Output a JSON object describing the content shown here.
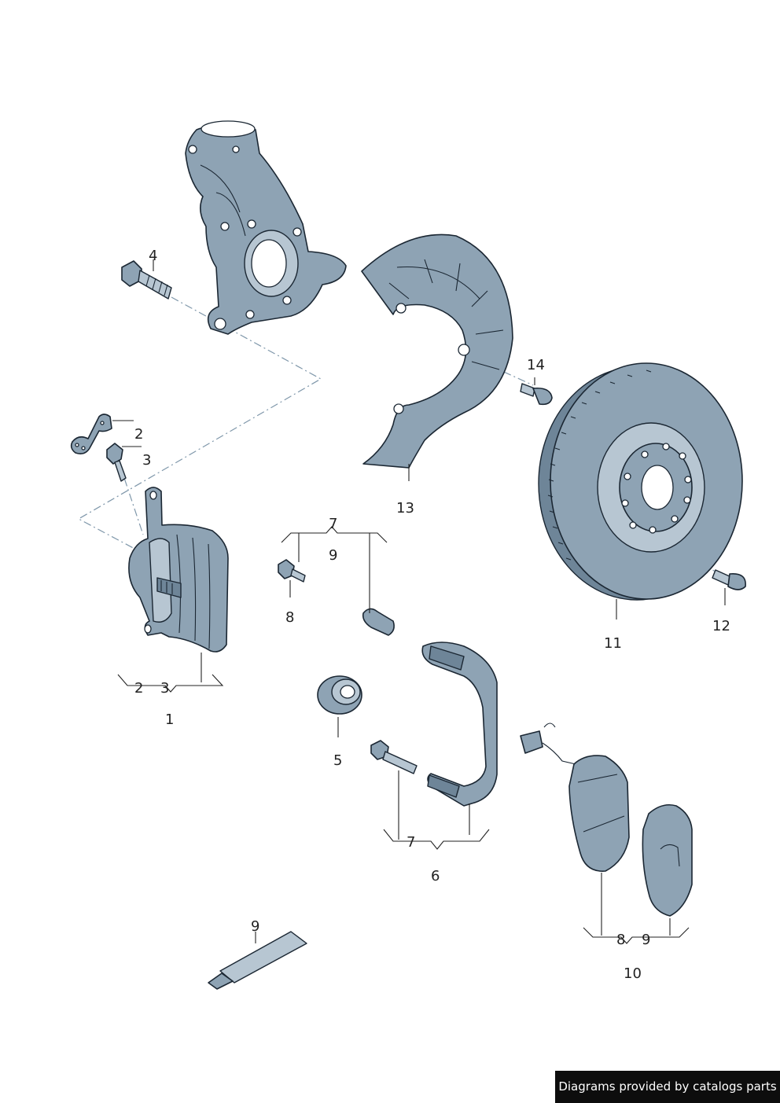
{
  "labels": {
    "steering_knuckle_bolt": "4",
    "cap": "2",
    "bleed_screw": "3",
    "caliper": "1",
    "caliper_sub_2": "2",
    "caliper_sub_3": "3",
    "splash_shield": "13",
    "shield_screw": "14",
    "brake_disc": "11",
    "disc_screw": "12",
    "repair_kit": "7",
    "repair_kit_grease": "9",
    "guide_bolt": "8",
    "bushing": "5",
    "carrier": "6",
    "carrier_sub_7": "7",
    "pad_set": "10",
    "pad_set_sub_8": "8",
    "pad_set_sub_9": "9",
    "grease_tube": "9"
  },
  "credit": "Diagrams provided by catalogs parts",
  "colors": {
    "part_fill": "#8ea3b4",
    "part_outline": "#1b2733",
    "leader_line": "#222222",
    "dash_line": "#7f97aa",
    "credit_background": "#0d0d0d"
  }
}
